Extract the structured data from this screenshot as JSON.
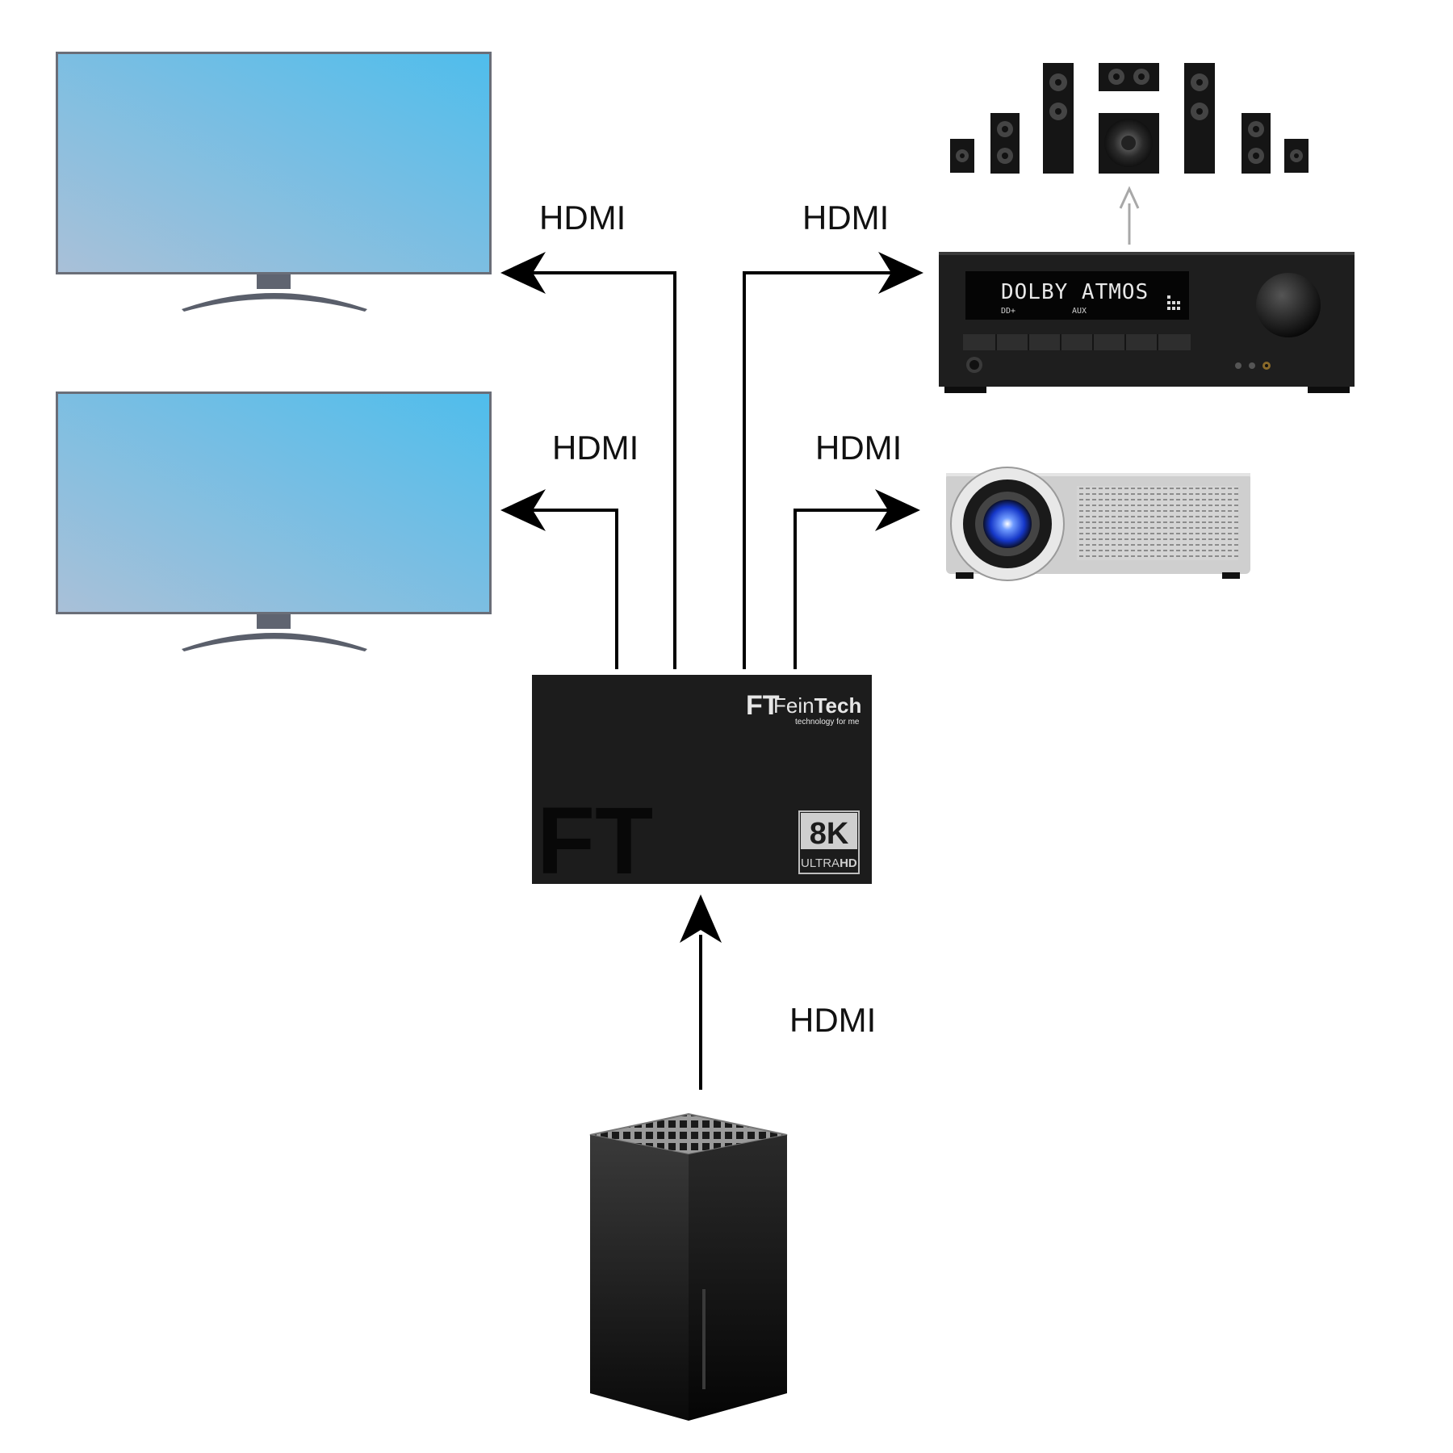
{
  "labels": {
    "hdmi_tv_top": "HDMI",
    "hdmi_tv_bottom": "HDMI",
    "hdmi_receiver": "HDMI",
    "hdmi_projector": "HDMI",
    "hdmi_input": "HDMI"
  },
  "receiver": {
    "display_main": "DOLBY ATMOS",
    "display_left": "DD+",
    "display_right": "AUX"
  },
  "splitter": {
    "brand_name": "FeinTech",
    "brand_prefix": "Fein",
    "brand_suffix": "Tech",
    "tagline": "technology for me",
    "logo_letters": "FT",
    "badge_main": "8K",
    "badge_ultra": "ULTRA",
    "badge_hd": "HD"
  },
  "colors": {
    "screen_top": "#4fbdec",
    "screen_bottom": "#a9c0d8",
    "device_body": "#1c1c1c",
    "arrow": "#000000",
    "projector_lens": "#3a6cff"
  }
}
